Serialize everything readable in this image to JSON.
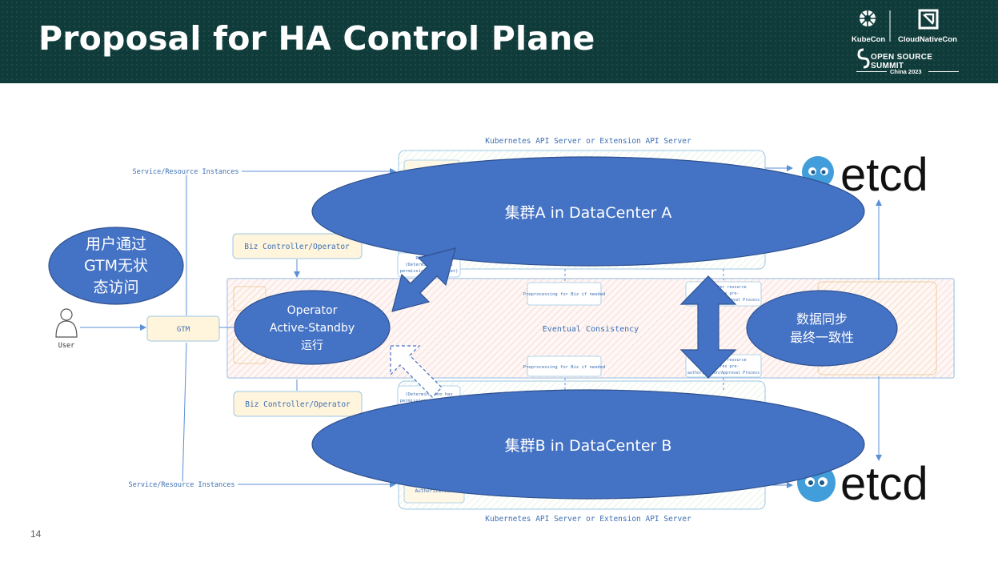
{
  "slide": {
    "title": "Proposal for HA Control Plane",
    "page_number": "14"
  },
  "brand": {
    "kubecon": "KubeCon",
    "cloudnativecon": "CloudNativeCon",
    "open_source_summit": "OPEN SOURCE SUMMIT",
    "event": "China 2023",
    "header_color": "#0f3b3a"
  },
  "diagram": {
    "api_server_top": "Kubernetes API Server or Extension API Server",
    "api_server_bottom": "Kubernetes API Server or Extension API Server",
    "service_instances_top": "Service/Resource Instances",
    "service_instances_bottom": "Service/Resource Instances",
    "biz_controller_top": "Biz Controller/Operator",
    "biz_controller_bottom": "Biz Controller/Operator",
    "gtm": "GTM",
    "user": "User",
    "eventual_consistency": "Eventual Consistency",
    "preprocessing_top": "Preprocessing for Biz if needed",
    "preprocessing_bottom": "Preprocessing for Biz if needed",
    "authorization": "Authorization",
    "rbac_top_1": "RBAC Check",
    "rbac_top_2": "(Determine who has",
    "rbac_top_3": "permission to do what)",
    "rbac_bottom_1": "(Determine who has",
    "rbac_bottom_2": "permission to do what)",
    "other_resource_top_1": "Need other resource",
    "other_resource_top_2": "requires pre-",
    "other_resource_top_3": "authorization/Approval Process",
    "other_resource_bottom_1": "Need other resource",
    "other_resource_bottom_2": "requires pre-",
    "other_resource_bottom_3": "authorization/Approval Process",
    "etcd_top": "etcd",
    "etcd_bottom": "etcd",
    "sketch_accent": "#5b8fd6",
    "band_color": "#f6d1c8"
  },
  "overlays": {
    "cluster_a": "集群A in DataCenter A",
    "cluster_b": "集群B in DataCenter B",
    "stateless_line1": "用户通过",
    "stateless_line2": "GTM无状",
    "stateless_line3": "态访问",
    "operator_line1": "Operator",
    "operator_line2": "Active-Standby",
    "operator_line3": "运行",
    "sync_line1": "数据同步",
    "sync_line2": "最终一致性",
    "ellipse_fill": "#4472c4",
    "ellipse_stroke": "#2f528f"
  }
}
